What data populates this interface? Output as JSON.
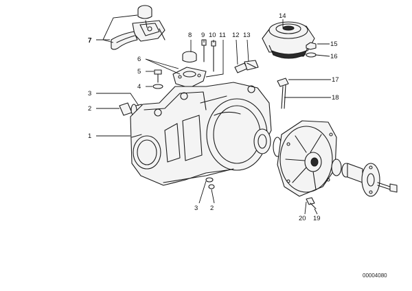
{
  "callouts": [
    {
      "id": "c7",
      "text": "7"
    },
    {
      "id": "c8",
      "text": "8"
    },
    {
      "id": "c9",
      "text": "9"
    },
    {
      "id": "c10",
      "text": "10"
    },
    {
      "id": "c11",
      "text": "11"
    },
    {
      "id": "c12",
      "text": "12"
    },
    {
      "id": "c13",
      "text": "13"
    },
    {
      "id": "c14",
      "text": "14"
    },
    {
      "id": "c15",
      "text": "15"
    },
    {
      "id": "c16",
      "text": "16"
    },
    {
      "id": "c6",
      "text": "6"
    },
    {
      "id": "c5",
      "text": "5"
    },
    {
      "id": "c4",
      "text": "4"
    },
    {
      "id": "c17",
      "text": "17"
    },
    {
      "id": "c18",
      "text": "18"
    },
    {
      "id": "c3a",
      "text": "3"
    },
    {
      "id": "c2a",
      "text": "2"
    },
    {
      "id": "c1",
      "text": "1"
    },
    {
      "id": "c3b",
      "text": "3"
    },
    {
      "id": "c2b",
      "text": "2"
    },
    {
      "id": "c20",
      "text": "20"
    },
    {
      "id": "c19",
      "text": "19"
    }
  ],
  "document_number": "00004080"
}
